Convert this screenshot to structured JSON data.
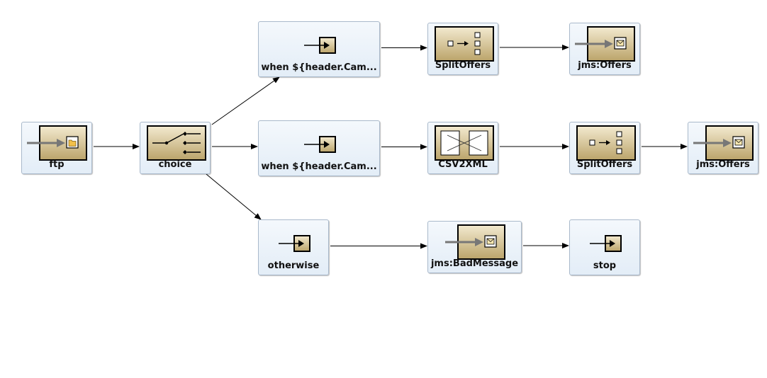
{
  "nodes": {
    "ftp": {
      "label": "ftp",
      "icon": "ftp-endpoint-icon"
    },
    "choice": {
      "label": "choice",
      "icon": "choice-switch-icon"
    },
    "when1": {
      "label": "when ${header.Cam...",
      "icon": "when-arrow-icon"
    },
    "when2": {
      "label": "when ${header.Cam...",
      "icon": "when-arrow-icon"
    },
    "otherwise": {
      "label": "otherwise",
      "icon": "otherwise-arrow-icon"
    },
    "split1": {
      "label": "SplitOffers",
      "icon": "splitter-icon"
    },
    "csv2xml": {
      "label": "CSV2XML",
      "icon": "transform-icon"
    },
    "badmsg": {
      "label": "jms:BadMessage",
      "icon": "jms-endpoint-icon"
    },
    "jms1": {
      "label": "jms:Offers",
      "icon": "jms-endpoint-icon"
    },
    "split2": {
      "label": "SplitOffers",
      "icon": "splitter-icon"
    },
    "stop": {
      "label": "stop",
      "icon": "stop-arrow-icon"
    },
    "jms2": {
      "label": "jms:Offers",
      "icon": "jms-endpoint-icon"
    }
  },
  "edges": [
    [
      "ftp",
      "choice"
    ],
    [
      "choice",
      "when1"
    ],
    [
      "choice",
      "when2"
    ],
    [
      "choice",
      "otherwise"
    ],
    [
      "when1",
      "split1"
    ],
    [
      "split1",
      "jms1"
    ],
    [
      "when2",
      "csv2xml"
    ],
    [
      "csv2xml",
      "split2"
    ],
    [
      "split2",
      "jms2"
    ],
    [
      "otherwise",
      "badmsg"
    ],
    [
      "badmsg",
      "stop"
    ]
  ],
  "colors": {
    "icon_gold_light": "#efe4c2",
    "icon_gold_dark": "#bca56a",
    "node_border": "#a9b9cb",
    "edge": "#000000"
  }
}
